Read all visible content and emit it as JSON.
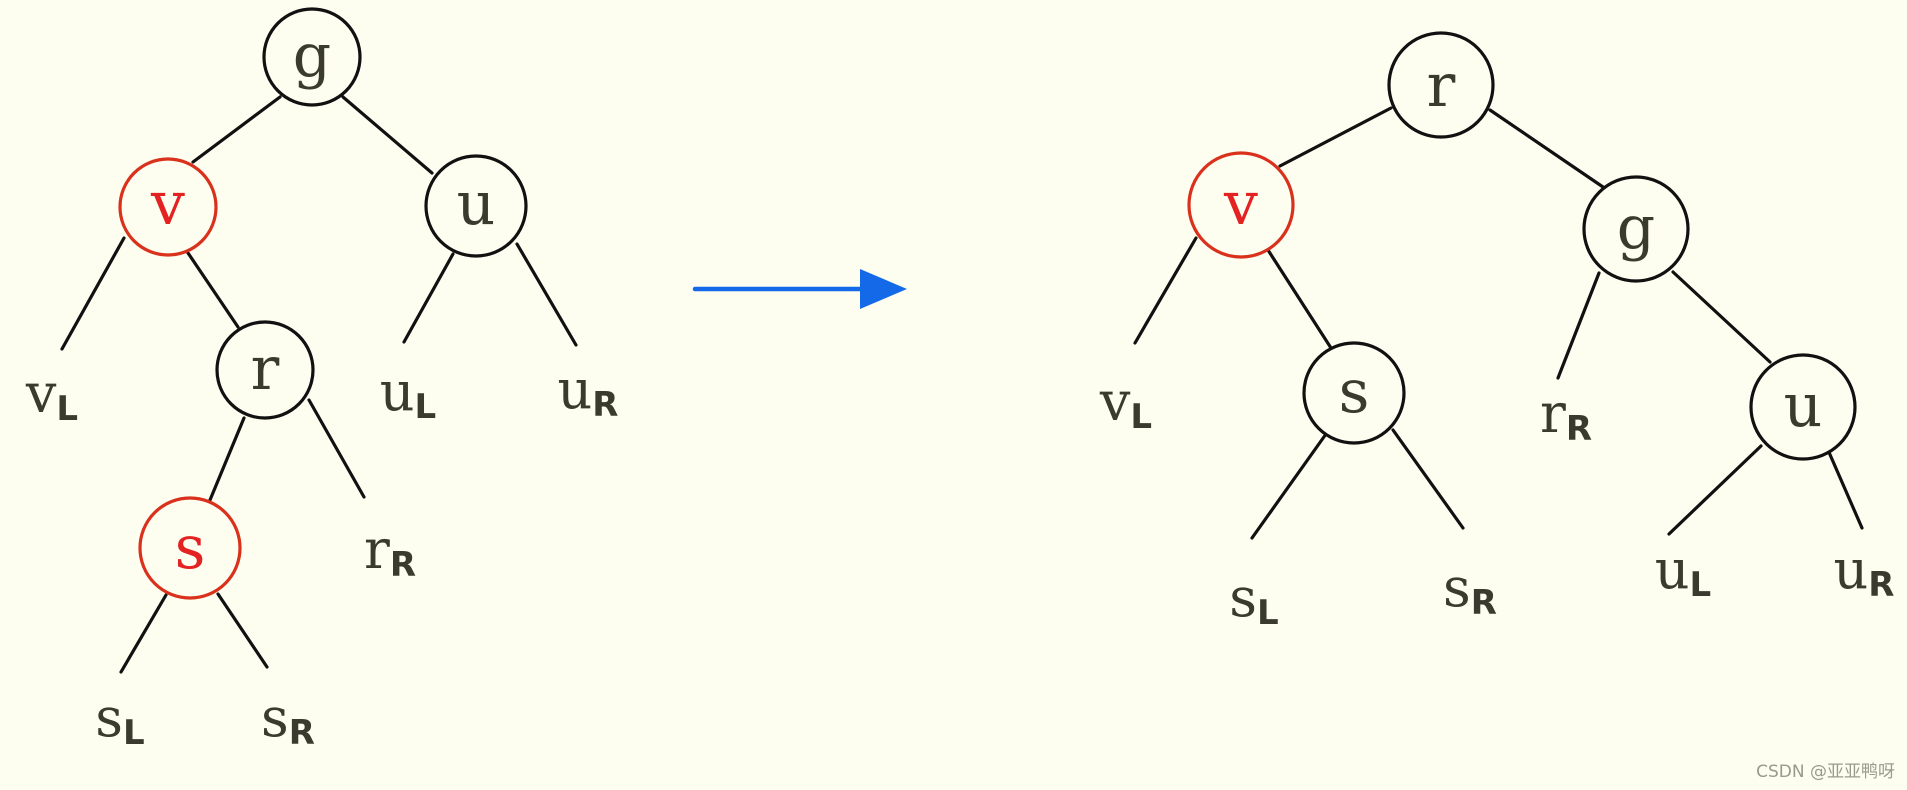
{
  "before": {
    "nodes": {
      "g": "g",
      "v": "v",
      "u": "u",
      "r": "r",
      "s": "s"
    },
    "leaves": {
      "vl": {
        "main": "v",
        "sub": "L"
      },
      "ul": {
        "main": "u",
        "sub": "L"
      },
      "ur": {
        "main": "u",
        "sub": "R"
      },
      "rr": {
        "main": "r",
        "sub": "R"
      },
      "sl": {
        "main": "s",
        "sub": "L"
      },
      "sr": {
        "main": "s",
        "sub": "R"
      }
    }
  },
  "after": {
    "nodes": {
      "r": "r",
      "v": "v",
      "g": "g",
      "s": "s",
      "u": "u"
    },
    "leaves": {
      "vl": {
        "main": "v",
        "sub": "L"
      },
      "rr": {
        "main": "r",
        "sub": "R"
      },
      "sl": {
        "main": "s",
        "sub": "L"
      },
      "sr": {
        "main": "s",
        "sub": "R"
      },
      "ul": {
        "main": "u",
        "sub": "L"
      },
      "ur": {
        "main": "u",
        "sub": "R"
      }
    }
  },
  "colors": {
    "background": "#fdfdf0",
    "red_node": "#d9311c",
    "red_label": "#e32222",
    "arrow": "#1469e8",
    "ink": "#3b3a2f"
  },
  "watermark": "CSDN @亚亚鸭呀"
}
